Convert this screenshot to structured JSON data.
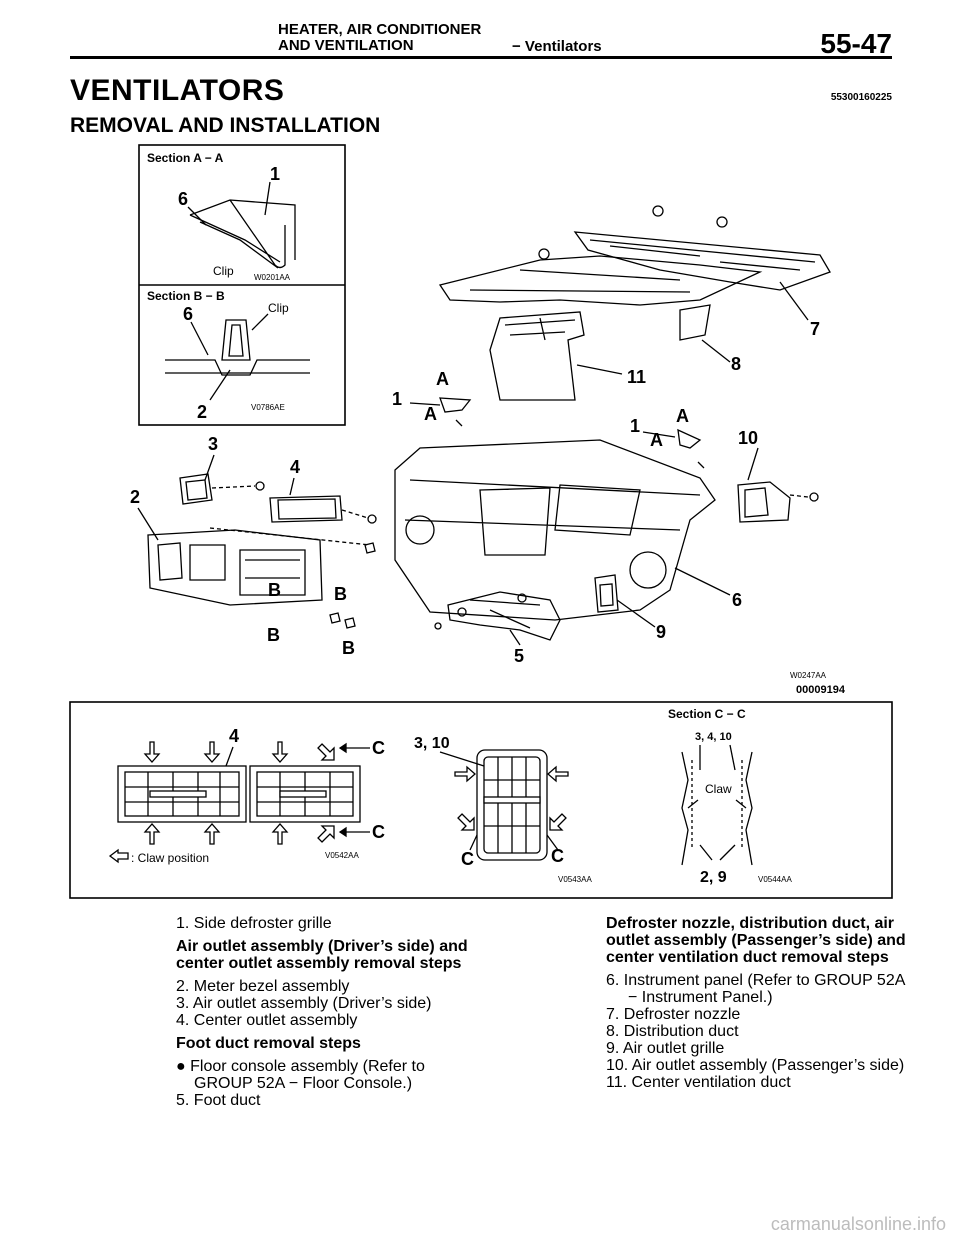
{
  "header": {
    "chapter_line1": "HEATER, AIR CONDITIONER",
    "chapter_line2": "AND VENTILATION",
    "section": "− Ventilators",
    "page": "55-47"
  },
  "title": "VENTILATORS",
  "code": "55300160225",
  "subtitle": "REMOVAL AND INSTALLATION",
  "figure": {
    "section_aa": "Section A − A",
    "section_bb": "Section B − B",
    "section_cc": "Section C − C",
    "clip": "Clip",
    "claw": "Claw",
    "claw_position": ": Claw position",
    "fig_codes": [
      "W0201AA",
      "V0786AE",
      "W0247AA",
      "00009194",
      "V0542AA",
      "V0543AA",
      "V0544AA"
    ],
    "callouts": [
      "1",
      "2",
      "3",
      "4",
      "5",
      "6",
      "7",
      "8",
      "9",
      "10",
      "11"
    ],
    "letters": [
      "A",
      "B",
      "C"
    ],
    "combo_3_10": "3, 10",
    "combo_3_4_10": "3, 4, 10",
    "combo_2_9": "2, 9"
  },
  "left_column": {
    "item1": "1. Side defroster grille",
    "heading1": "Air outlet assembly (Driver’s side) and center outlet assembly removal steps",
    "items_a": [
      "2. Meter bezel assembly",
      "3. Air outlet assembly (Driver’s side)",
      "4. Center outlet assembly"
    ],
    "heading2": "Foot duct removal steps",
    "items_b": [
      "● Floor console assembly (Refer to GROUP 52A − Floor Console.)",
      "5. Foot duct"
    ]
  },
  "right_column": {
    "heading": "Defroster nozzle, distribution duct, air outlet assembly (Passenger’s side) and center ventilation duct removal steps",
    "items": [
      "6. Instrument panel (Refer to GROUP 52A − Instrument Panel.)",
      "7. Defroster nozzle",
      "8. Distribution duct",
      "9. Air outlet grille",
      "10. Air outlet assembly (Passenger’s side)",
      "11. Center ventilation duct"
    ]
  },
  "footer": "carmanualsonline.info"
}
